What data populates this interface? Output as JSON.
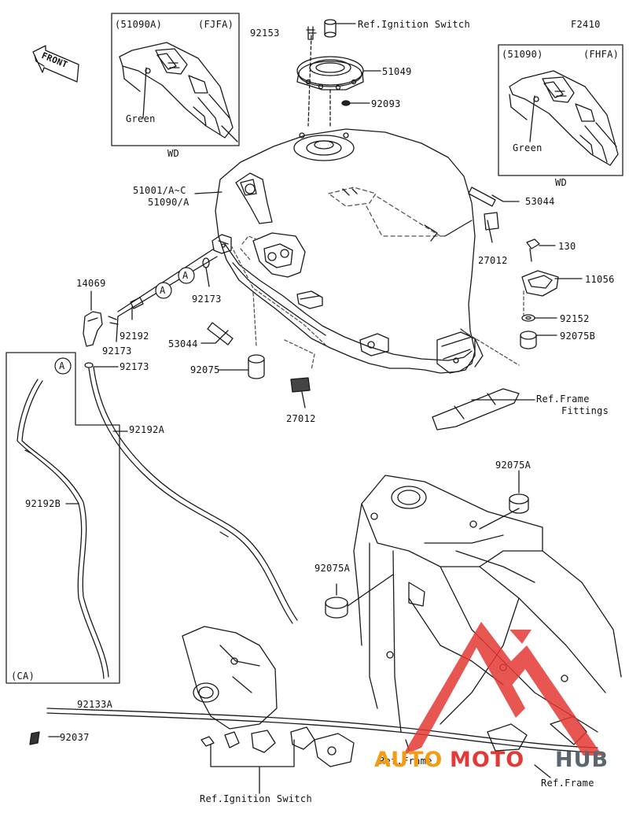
{
  "diagram_code": "F2410",
  "front_label": "FRONT",
  "inset_left": {
    "part": "(51090A)",
    "variant": "(FJFA)",
    "color": "Green",
    "region": "WD"
  },
  "inset_right": {
    "part": "(51090)",
    "variant": "(FHFA)",
    "color": "Green",
    "region": "WD"
  },
  "variant_ca": "(CA)",
  "callout_letter": "A",
  "labels": {
    "p92153": "92153",
    "ref_ignition_top": "Ref.Ignition Switch",
    "p51049": "51049",
    "p92093": "92093",
    "p51001": "51001/A~C",
    "p51090a": "51090/A",
    "p53044_r": "53044",
    "p27012_r": "27012",
    "p130": "130",
    "p11056": "11056",
    "p14069": "14069",
    "p92173_a": "92173",
    "p92192": "92192",
    "p92173_b": "92173",
    "p92173_c": "92173",
    "p92152": "92152",
    "p92075b": "92075B",
    "p53044_l": "53044",
    "p92075": "92075",
    "p27012_b": "27012",
    "ref_frame_fittings_1": "Ref.Frame",
    "ref_frame_fittings_2": "Fittings",
    "p92192a": "92192A",
    "p92192b": "92192B",
    "p92075a_r": "92075A",
    "p92075a_l": "92075A",
    "p92133a": "92133A",
    "p92037": "92037",
    "ref_frame_l": "Ref.Frame",
    "ref_frame_r": "Ref.Frame",
    "ref_ignition_bottom": "Ref.Ignition Switch"
  },
  "watermark": {
    "auto": "AUTO",
    "moto": "MOTO",
    "hub": "HUB",
    "color_orange": "#f39c12",
    "color_red": "#e53935",
    "color_gray": "#5b6770"
  },
  "colors": {
    "line": "#1a1a1a",
    "dash": "#555555"
  }
}
